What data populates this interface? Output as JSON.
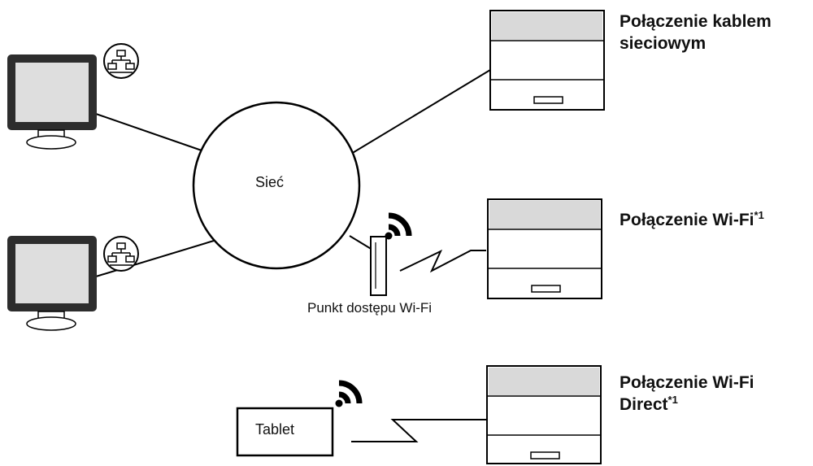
{
  "network": {
    "label": "Sieć"
  },
  "access_point": {
    "label": "Punkt dostępu Wi-Fi"
  },
  "tablet": {
    "label": "Tablet"
  },
  "connections": {
    "wired": {
      "line1": "Połączenie kablem",
      "line2": "sieciowym"
    },
    "wifi": {
      "line1": "Połączenie Wi-Fi",
      "note": "*1"
    },
    "wifi_direct": {
      "line1": "Połączenie Wi-Fi",
      "line2": "Direct",
      "note": "*1"
    }
  },
  "icons": {
    "computer": "monitor-icon",
    "network_badge": "network-connection-icon",
    "printer": "printer-icon",
    "wireless": "wifi-signal-icon",
    "access_point": "access-point-icon"
  }
}
